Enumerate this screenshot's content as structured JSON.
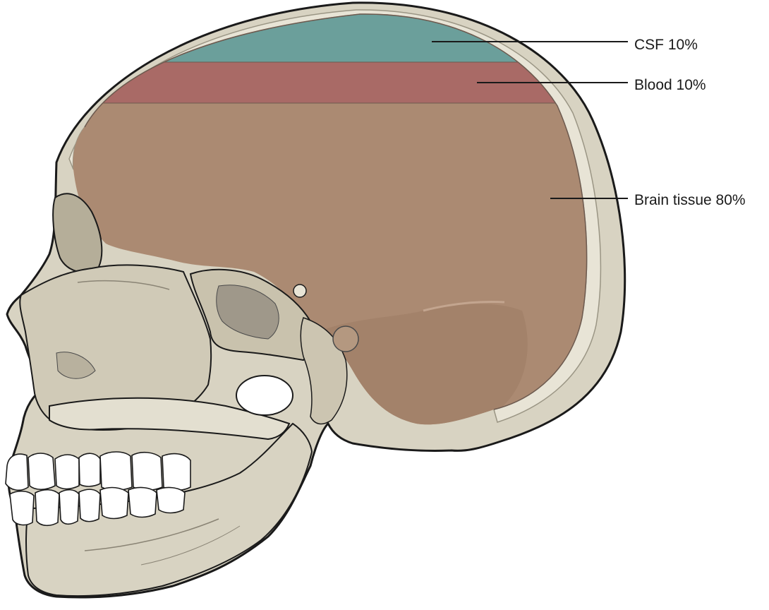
{
  "diagram": {
    "subject": "sagittal-skull-cranial-contents",
    "colors": {
      "csf": "#6b9f9b",
      "blood": "#a96a66",
      "brain": "#ab8a72",
      "bone": "#d8d3c2",
      "bone_light": "#e8e4d6",
      "outline": "#1a1a1a"
    },
    "labels": [
      {
        "id": "csf",
        "text": "CSF 10%",
        "value_percent": 10
      },
      {
        "id": "blood",
        "text": "Blood 10%",
        "value_percent": 10
      },
      {
        "id": "brain",
        "text": "Brain tissue 80%",
        "value_percent": 80
      }
    ]
  }
}
